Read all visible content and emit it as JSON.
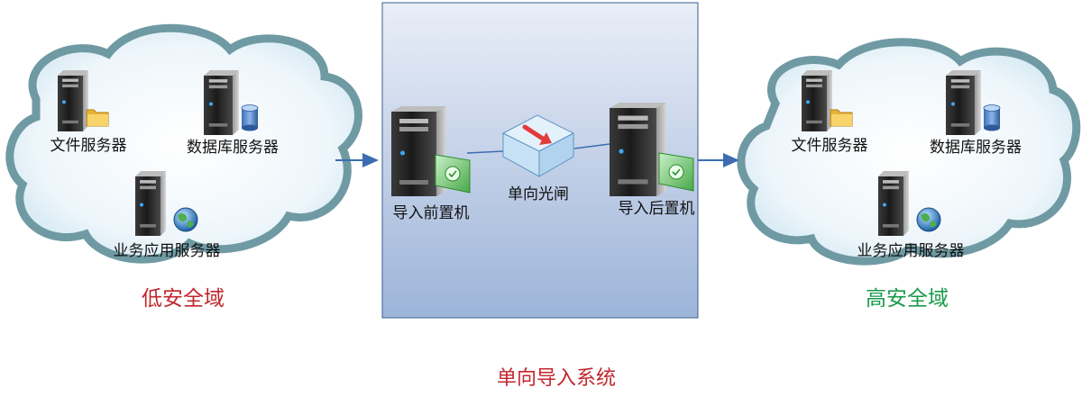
{
  "colors": {
    "low_zone": "#c0272d",
    "high_zone": "#1a9a4a",
    "title": "#c0272d",
    "cloud_edge": "#6f9aa3",
    "cloud_fill": "#eef6fb",
    "center_panel_top": "#e9eef7",
    "center_panel_bottom": "#9db4d9"
  },
  "low_domain": {
    "label": "低安全域",
    "servers": [
      {
        "label": "文件服务器",
        "icon": "folder-icon"
      },
      {
        "label": "数据库服务器",
        "icon": "database-icon"
      },
      {
        "label": "业务应用服务器",
        "icon": "globe-icon"
      }
    ]
  },
  "gateway": {
    "front": {
      "label": "导入前置机",
      "icon": "certificate-icon"
    },
    "optical": {
      "label": "单向光闸",
      "icon": "one-way-arrow-icon"
    },
    "rear": {
      "label": "导入后置机",
      "icon": "certificate-icon"
    }
  },
  "high_domain": {
    "label": "高安全域",
    "servers": [
      {
        "label": "文件服务器",
        "icon": "folder-icon"
      },
      {
        "label": "数据库服务器",
        "icon": "database-icon"
      },
      {
        "label": "业务应用服务器",
        "icon": "globe-icon"
      }
    ]
  },
  "system_title": "单向导入系统"
}
